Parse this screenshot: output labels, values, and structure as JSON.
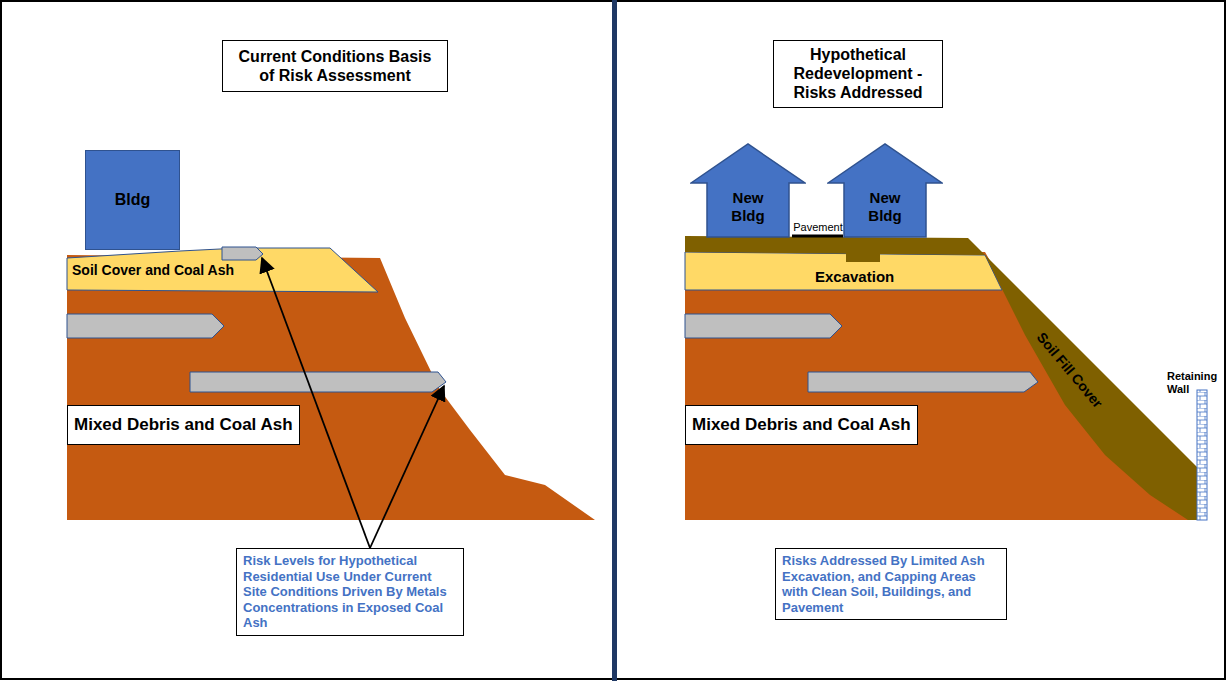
{
  "diagram": {
    "nodes": [
      {
        "text": [
          "Current Conditions Basis of Risk Assessment"
        ]
      },
      {
        "text": [
          "Bldg"
        ]
      },
      {
        "text": [
          "Mixed Debris and Coal Ash"
        ]
      },
      {
        "text": [
          "Risk Levels for Hypothetical Residential Use Under Current Site Conditions Driven By Metals Concentrations in Exposed Coal Ash"
        ]
      },
      {
        "text": [
          "Hypothetical Redevelopment - Risks Addressed"
        ]
      },
      {
        "text": [
          "New Bldg"
        ]
      },
      {
        "text": [
          "New Bldg"
        ]
      },
      {
        "text": [
          "Mixed Debris and Coal Ash"
        ]
      },
      {
        "text": [
          "Risks Addressed By Limited Ash Excavation, and Capping Areas with Clean Soil, Buildings, and Pavement"
        ]
      }
    ],
    "labels": [
      "Soil Cover and Coal Ash",
      "Pavement",
      "Excavation",
      "Soil Fill Cover",
      "Retaining Wall"
    ]
  }
}
